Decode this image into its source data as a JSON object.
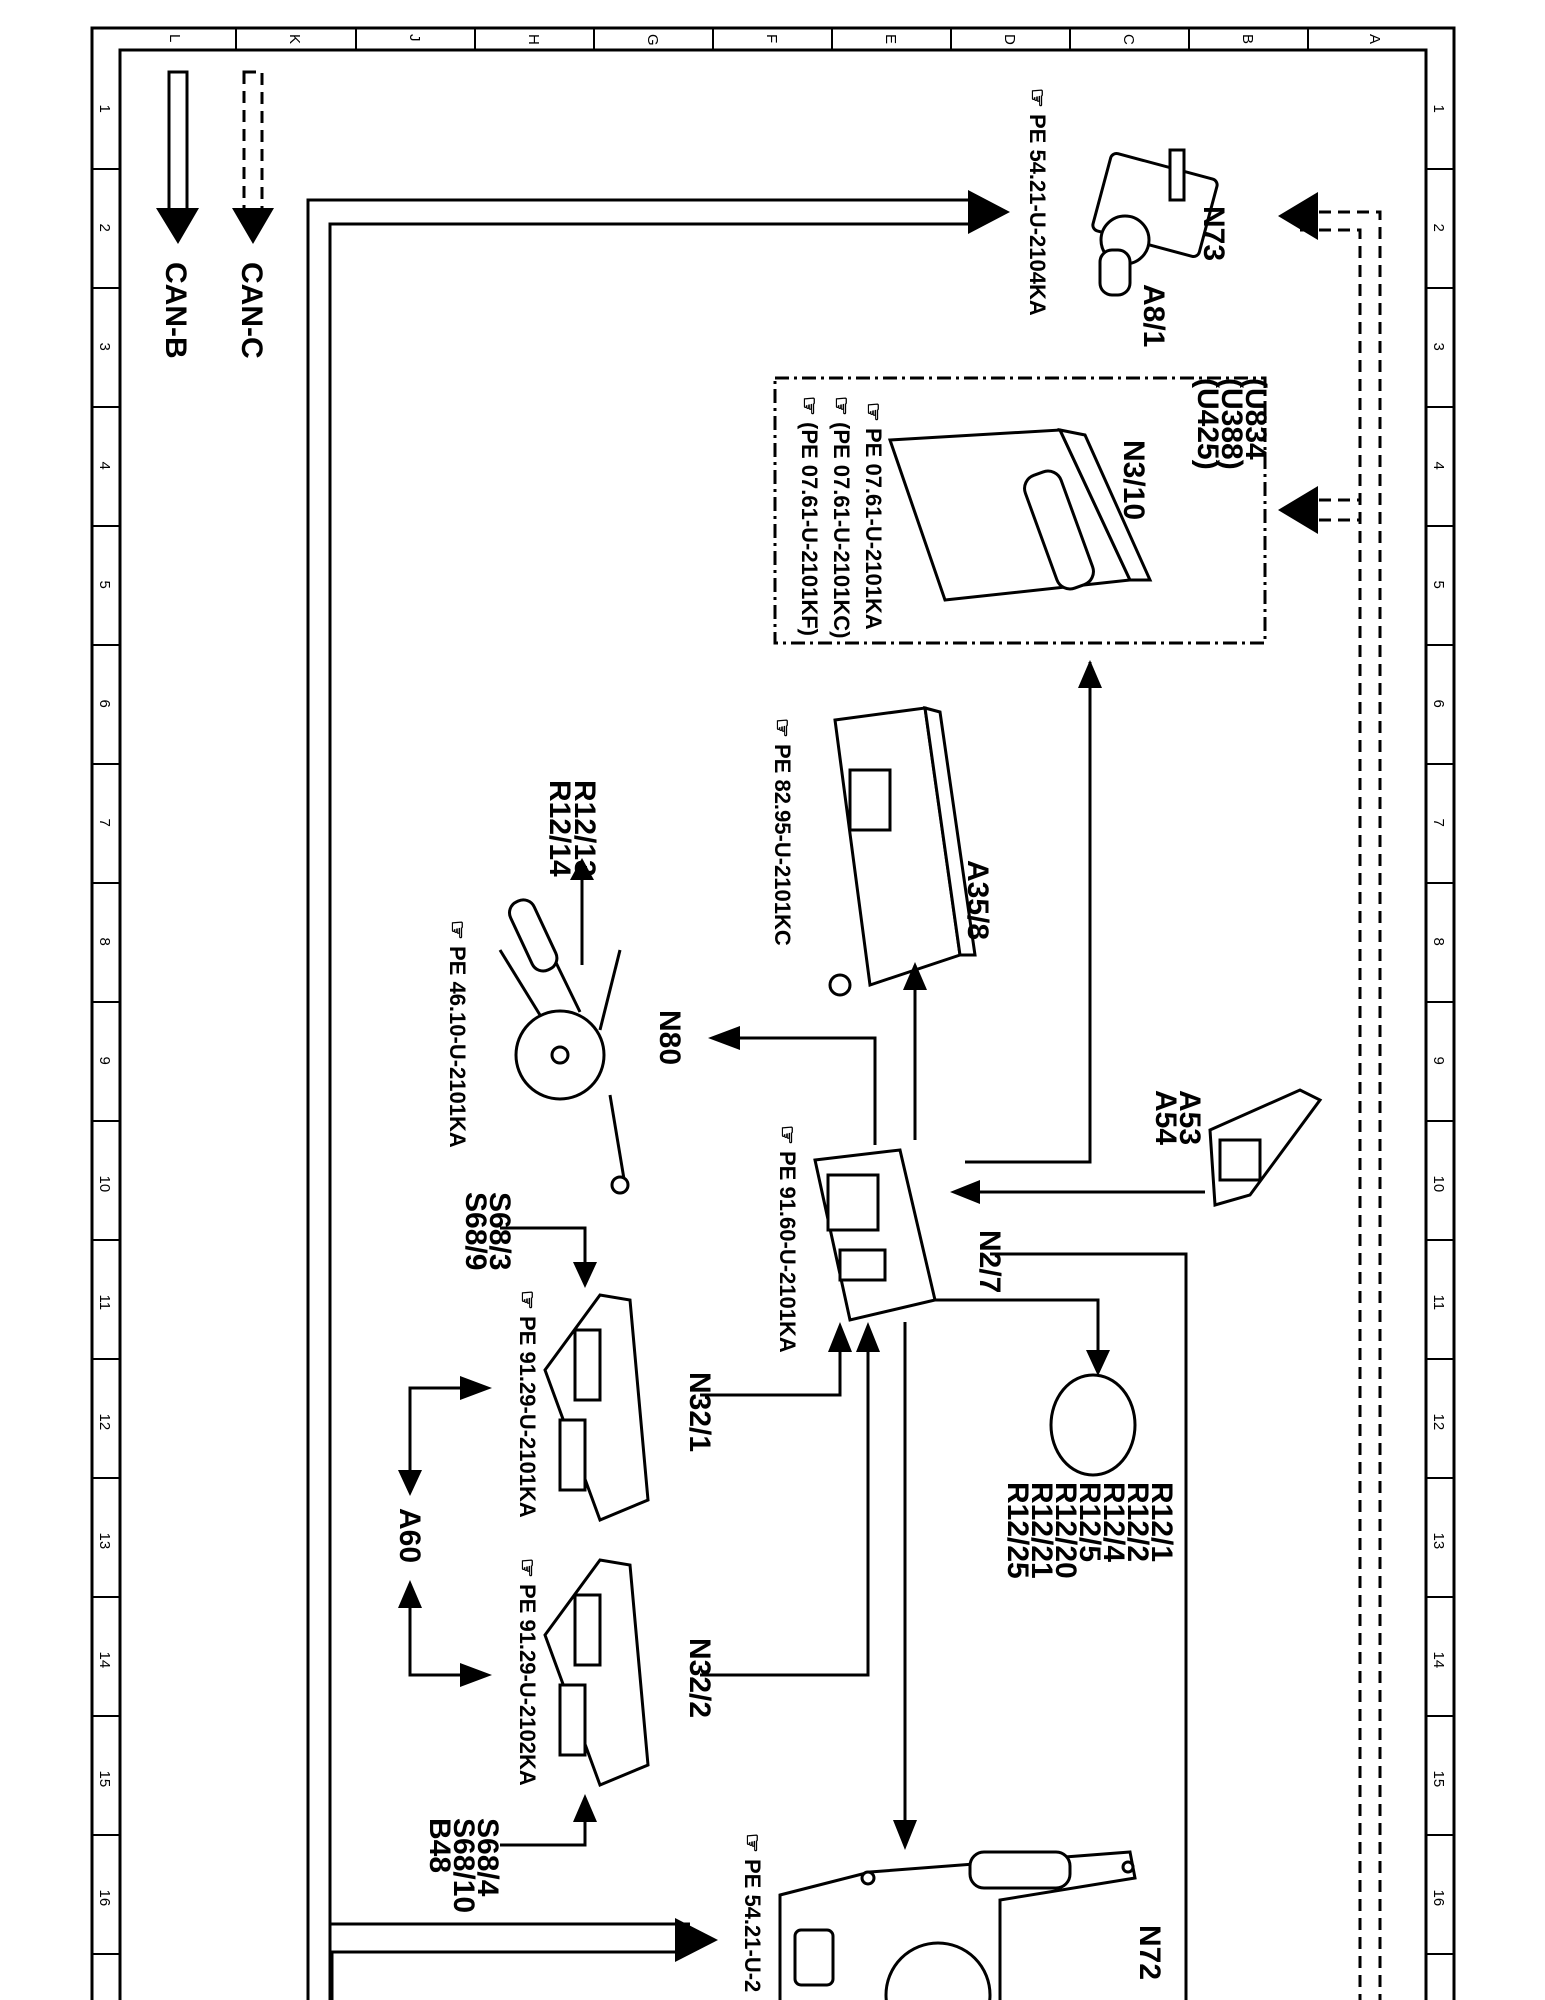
{
  "grid": {
    "columns": [
      "L",
      "K",
      "J",
      "H",
      "G",
      "F",
      "E",
      "D",
      "C",
      "B",
      "A"
    ],
    "rows": [
      "1",
      "2",
      "3",
      "4",
      "5",
      "6",
      "7",
      "8",
      "9",
      "10",
      "11",
      "12",
      "13",
      "14",
      "15",
      "16"
    ]
  },
  "legend": {
    "can_c": "CAN-C",
    "can_b": "CAN-B"
  },
  "components": {
    "n73": "N73",
    "a8_1": "A8/1",
    "n73_ref": "PE 54.21-U-2104KA",
    "n3_10": "N3/10",
    "u834": "(U834",
    "u388": "(U388)",
    "u425": "(U425)",
    "n3_10_ref1": "PE 07.61-U-2101KA",
    "n3_10_ref2": "(PE 07.61-U-2101KC)",
    "n3_10_ref3": "(PE 07.61-U-2101KF)",
    "a35_8": "A35/8",
    "a35_8_ref": "PE 82.95-U-2101KC",
    "r12_13": "R12/13",
    "r12_14": "R12/14",
    "n80": "N80",
    "n80_ref": "PE 46.10-U-2101KA",
    "a53": "A53",
    "a54": "A54",
    "n2_7": "N2/7",
    "n2_7_ref": "PE 91.60-U-2101KA",
    "s68_3": "S68/3",
    "s68_9": "S68/9",
    "n32_1": "N32/1",
    "n32_1_ref": "PE 91.29-U-2101KA",
    "a60": "A60",
    "n32_2": "N32/2",
    "n32_2_ref": "PE 91.29-U-2102KA",
    "s68_4": "S68/4",
    "s68_10": "S68/10",
    "b48": "B48",
    "r12_list": [
      "R12/1",
      "R12/2",
      "R12/4",
      "R12/5",
      "R12/20",
      "R12/21",
      "R12/25"
    ],
    "n72": "N72",
    "n72_ref": "PE 54.21-U-2"
  },
  "colors": {
    "line": "#000000",
    "background": "#ffffff"
  }
}
